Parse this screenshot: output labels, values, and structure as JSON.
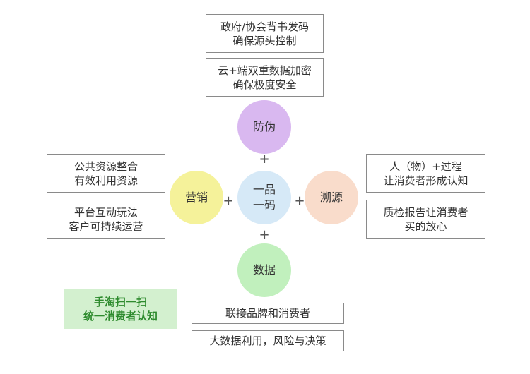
{
  "center": {
    "line1": "一品",
    "line2": "一码",
    "color": "#d6e9f7"
  },
  "nodes": {
    "top": {
      "label": "防伪",
      "color": "#d9b8f0"
    },
    "left": {
      "label": "营销",
      "color": "#f5f29a"
    },
    "right": {
      "label": "溯源",
      "color": "#f9dccb"
    },
    "bottom": {
      "label": "数据",
      "color": "#c1f0bd"
    }
  },
  "plus_sign": "+",
  "top_boxes": [
    {
      "line1": "政府/协会背书发码",
      "line2": "确保源头控制"
    },
    {
      "line1": "云+端双重数据加密",
      "line2": "确保极度安全"
    }
  ],
  "left_boxes": [
    {
      "line1": "公共资源整合",
      "line2": "有效利用资源"
    },
    {
      "line1": "平台互动玩法",
      "line2": "客户可持续运营"
    }
  ],
  "right_boxes": [
    {
      "line1": "人（物）+过程",
      "line2": "让消费者形成认知"
    },
    {
      "line1": "质检报告让消费者",
      "line2": "买的放心"
    }
  ],
  "bottom_boxes": [
    {
      "line1": "联接品牌和消费者"
    },
    {
      "line1": "大数据利用，风险与决策"
    }
  ],
  "highlight": {
    "line1": "手淘扫一扫",
    "line2": "统一消费者认知",
    "bg_color": "#d3f0cf",
    "text_color": "#2e8b2e"
  }
}
